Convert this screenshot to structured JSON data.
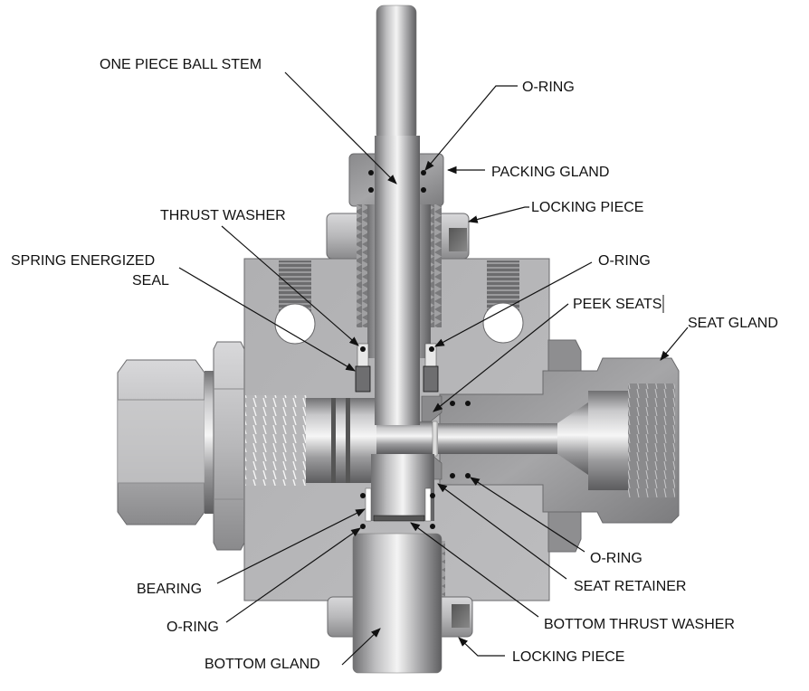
{
  "diagram": {
    "subject": "Ball valve cross-section",
    "labels": {
      "one_piece_ball_stem": "ONE PIECE BALL STEM",
      "o_ring_top": "O-RING",
      "packing_gland": "PACKING GLAND",
      "locking_piece_top": "LOCKING PIECE",
      "thrust_washer": "THRUST WASHER",
      "spring_energized_seal_line1": "SPRING ENERGIZED",
      "spring_energized_seal_line2": "SEAL",
      "o_ring_mid": "O-RING",
      "peek_seats": "PEEK SEATS",
      "seat_gland": "SEAT GLAND",
      "o_ring_lower_right": "O-RING",
      "seat_retainer": "SEAT RETAINER",
      "bearing": "BEARING",
      "o_ring_lower_left": "O-RING",
      "bottom_thrust_washer": "BOTTOM THRUST WASHER",
      "bottom_gland": "BOTTOM GLAND",
      "locking_piece_bottom": "LOCKING PIECE"
    },
    "colors": {
      "body": "#b4b4b6",
      "body_edge": "#6a6a6c",
      "metal_dark": "#6e6e70",
      "metal_light": "#f2f2f2",
      "text": "#111111"
    }
  }
}
